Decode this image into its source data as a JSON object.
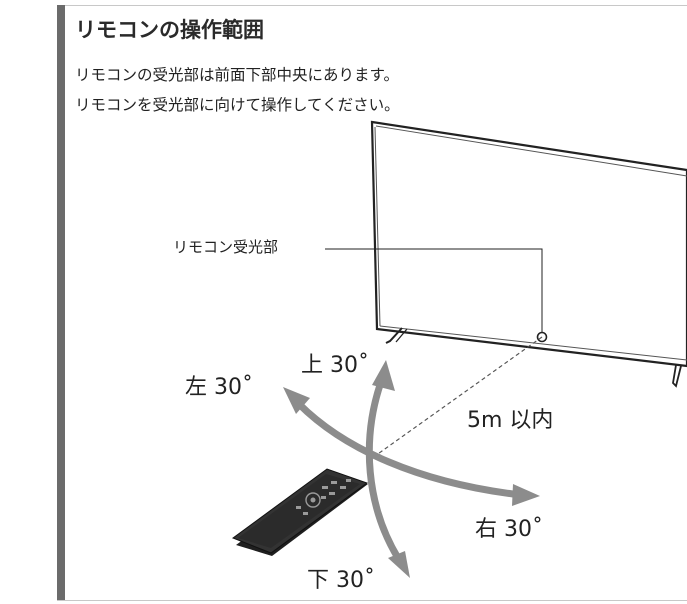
{
  "heading": "リモコンの操作範囲",
  "body": {
    "line1": "リモコンの受光部は前面下部中央にあります。",
    "line2": "リモコンを受光部に向けて操作してください。"
  },
  "diagram": {
    "sensor_label": "リモコン受光部",
    "angle_up": "上 30˚",
    "angle_left": "左 30˚",
    "angle_right": "右 30˚",
    "angle_down": "下 30˚",
    "distance": "5m 以内"
  },
  "colors": {
    "arrow": "#8c8c8c",
    "accent_bar": "#6b6b6b",
    "remote": "#2b2b2b"
  }
}
